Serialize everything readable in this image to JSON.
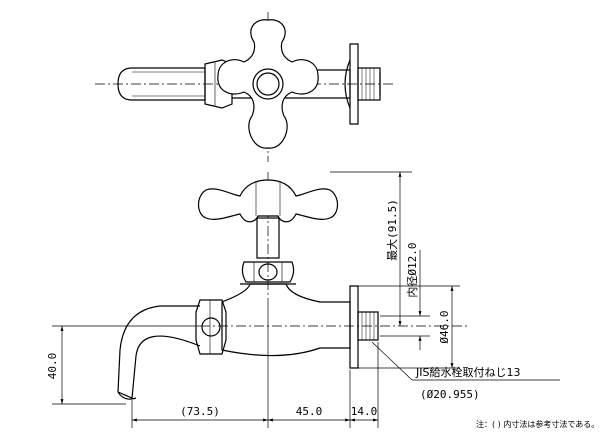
{
  "dimensions": {
    "height_spout": "40.0",
    "width_spout": "(73.5)",
    "width_body": "45.0",
    "width_flange": "14.0",
    "max_height": "最大(91.5)",
    "inner_diameter": "内径Ø12.0",
    "flange_diameter": "Ø46.0"
  },
  "thread_callout": {
    "spec": "JIS給水栓取付ねじ13",
    "size": "(Ø20.955)"
  },
  "note": "注：( ) 内寸法は参考寸法である。"
}
